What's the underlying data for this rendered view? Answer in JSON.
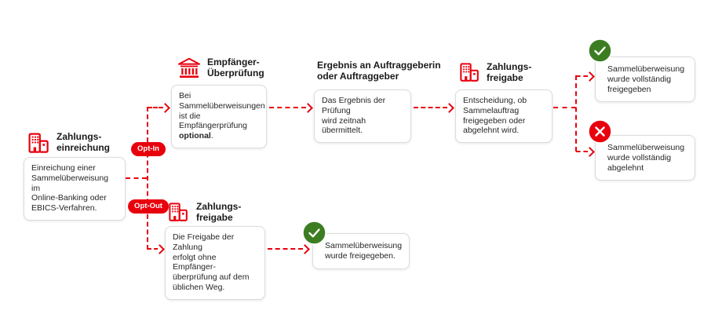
{
  "diagram": {
    "colors": {
      "red": "#e8000d",
      "green": "#3c7d22"
    },
    "badges": {
      "opt_in": "Opt-In",
      "opt_out": "Opt-Out"
    },
    "nodes": {
      "einreichung": {
        "icon": "building-icon",
        "title": "Zahlungs-\neinreichung",
        "body": "Einreichung einer\nSammelüberweisung im\nOnline-Banking oder\nEBICS-Verfahren."
      },
      "ueberpruefung": {
        "icon": "bank-icon",
        "title": "Empfänger-\nÜberprüfung",
        "body_prefix": "Bei\nSammelüberweisungen\nist die Empfängerprüfung\n",
        "body_bold": "optional",
        "body_suffix": "."
      },
      "ergebnis": {
        "title": "Ergebnis an Auftraggeberin\noder Auftraggeber",
        "body": "Das Ergebnis der Prüfung\nwird zeitnah übermittelt."
      },
      "freigabe_optin": {
        "icon": "building-icon",
        "title": "Zahlungs-\nfreigabe",
        "body": "Entscheidung, ob\nSammelauftrag\nfreigegeben oder\nabgelehnt wird."
      },
      "freigabe_optout": {
        "icon": "building-icon",
        "title": "Zahlungs-\nfreigabe",
        "body": "Die Freigabe der Zahlung\nerfolgt ohne Empfänger-\nüberprüfung auf dem\nüblichen Weg."
      }
    },
    "outcomes": {
      "approved_full": {
        "status": "success",
        "text": "Sammelüberweisung\nwurde vollständig\nfreigegeben"
      },
      "rejected_full": {
        "status": "error",
        "text": "Sammelüberweisung\nwurde vollständig\nabgelehnt"
      },
      "approved_optout": {
        "status": "success",
        "text": "Sammelüberweisung\nwurde freigegeben."
      }
    }
  }
}
